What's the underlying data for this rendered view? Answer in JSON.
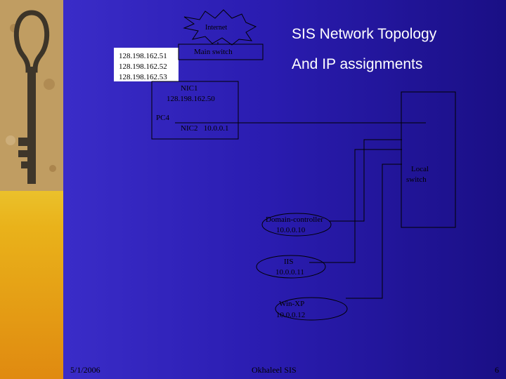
{
  "slide": {
    "title_line1": "SIS Network Topology",
    "title_line2": "And IP assignments",
    "date": "5/1/2006",
    "footer_center": "Okhaleel SIS",
    "slide_number": "6"
  },
  "diagram": {
    "internet_label": "Internet",
    "main_switch_label": "Main switch",
    "public_ips": [
      "128.198.162.51",
      "128.198.162.52",
      "128.198.162.53"
    ],
    "pc_label": "PC4",
    "nic1_label": "NIC1",
    "nic1_ip": "128.198.162.50",
    "nic2_label": "NIC2   10.0.0.1",
    "local_switch_label_1": "Local",
    "local_switch_label_2": "switch",
    "hosts": [
      {
        "name": "Domain-controller",
        "ip": "10.0.0.10"
      },
      {
        "name": "IIS",
        "ip": "10.0.0.11"
      },
      {
        "name": "Win-XP",
        "ip": "10.0.0.12"
      }
    ]
  },
  "colors": {
    "background_dark": "#1a0f85",
    "background_light": "#4b3fd0",
    "sidebar_gold": "#e9b21a",
    "title_text": "#ffffff",
    "line": "#000000"
  }
}
